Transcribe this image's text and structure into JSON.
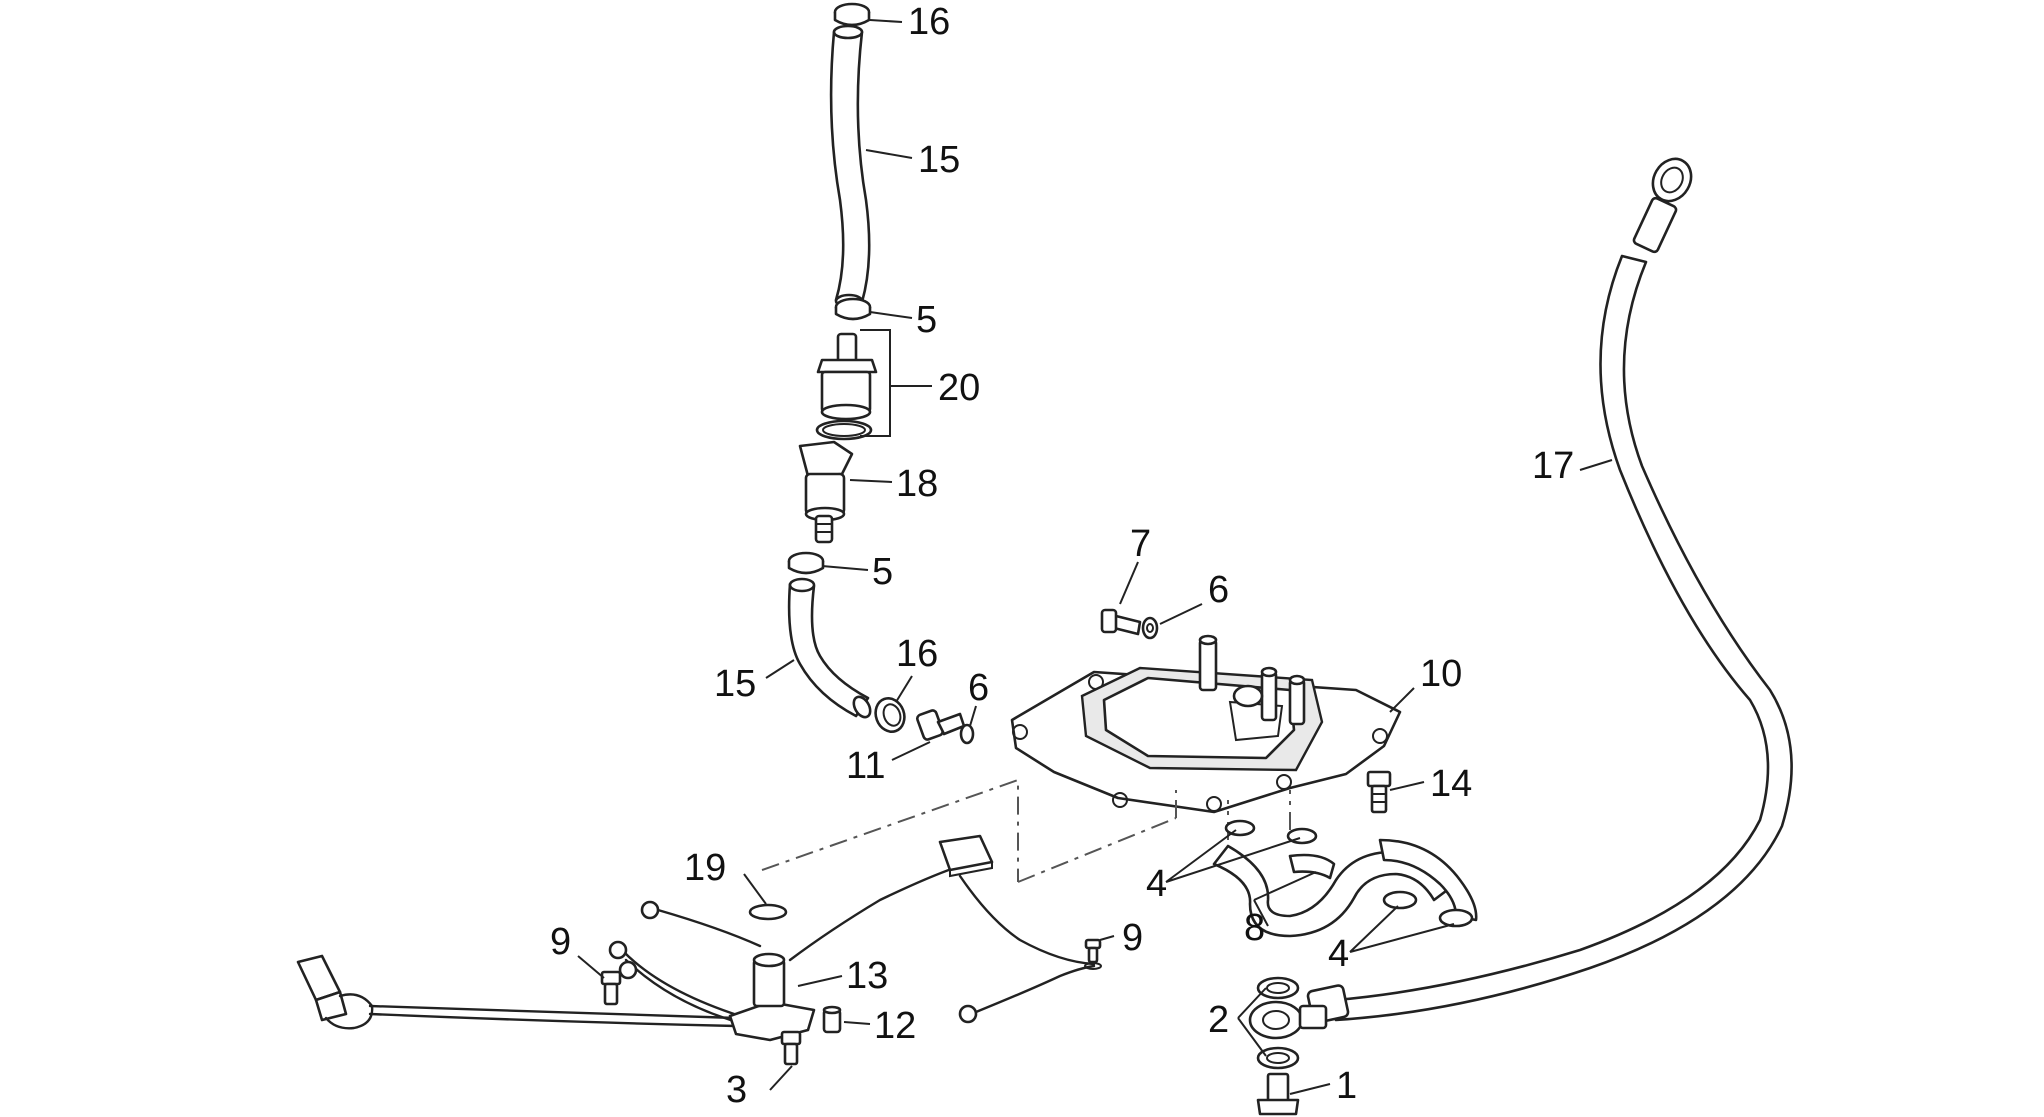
{
  "callouts": {
    "c1": "1",
    "c2": "2",
    "c3": "3",
    "c4a": "4",
    "c4b": "4",
    "c5a": "5",
    "c5b": "5",
    "c6a": "6",
    "c6b": "6",
    "c7": "7",
    "c8": "8",
    "c9a": "9",
    "c9b": "9",
    "c10": "10",
    "c11": "11",
    "c12": "12",
    "c13": "13",
    "c14": "14",
    "c15a": "15",
    "c15b": "15",
    "c16a": "16",
    "c16b": "16",
    "c17": "17",
    "c18": "18",
    "c19": "19",
    "c20": "20"
  }
}
